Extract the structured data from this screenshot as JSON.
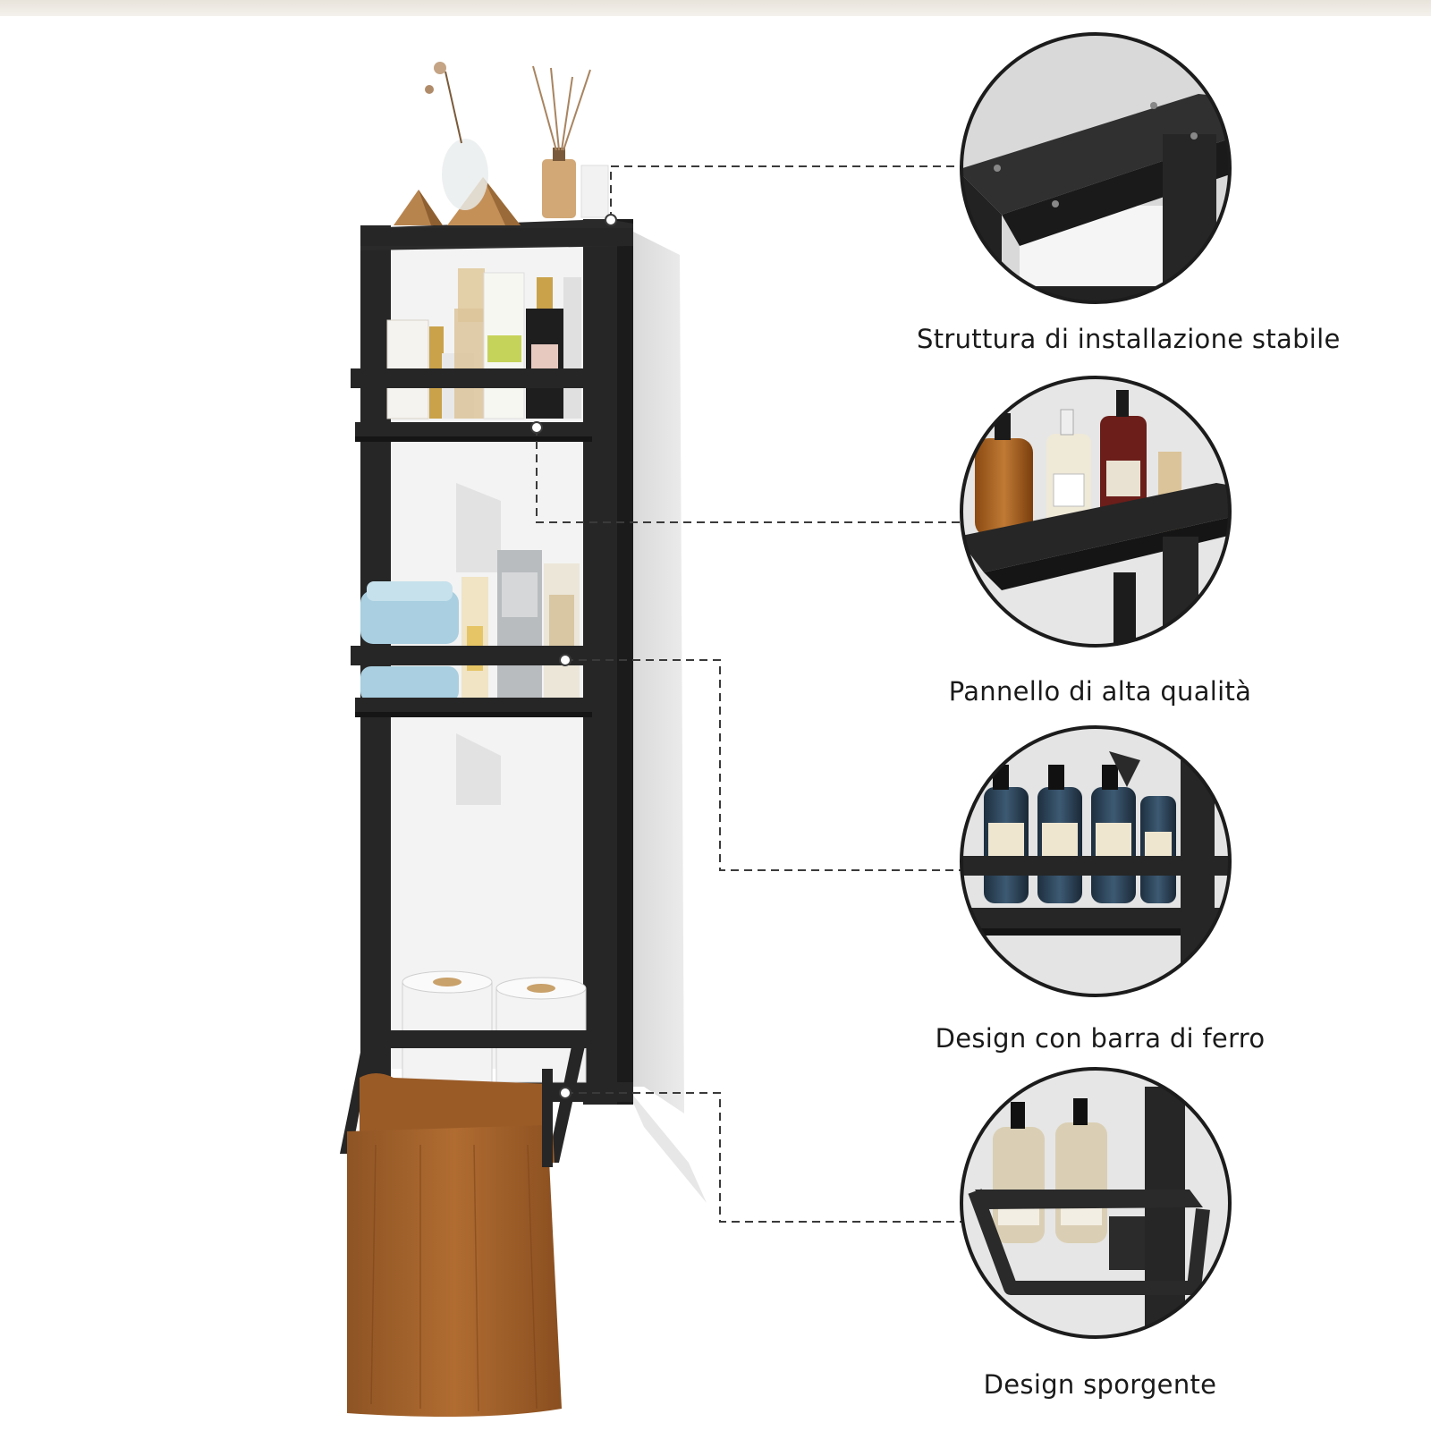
{
  "features": [
    {
      "label": "Struttura di installazione stabile"
    },
    {
      "label": "Pannello di alta qualità"
    },
    {
      "label": "Design con barra di ferro"
    },
    {
      "label": "Design sporgente"
    }
  ],
  "colors": {
    "frame": "#262626",
    "wall_shadow": "#d9d9d9",
    "towel": "#a0622b",
    "dashed_line": "#3a3a3a"
  }
}
